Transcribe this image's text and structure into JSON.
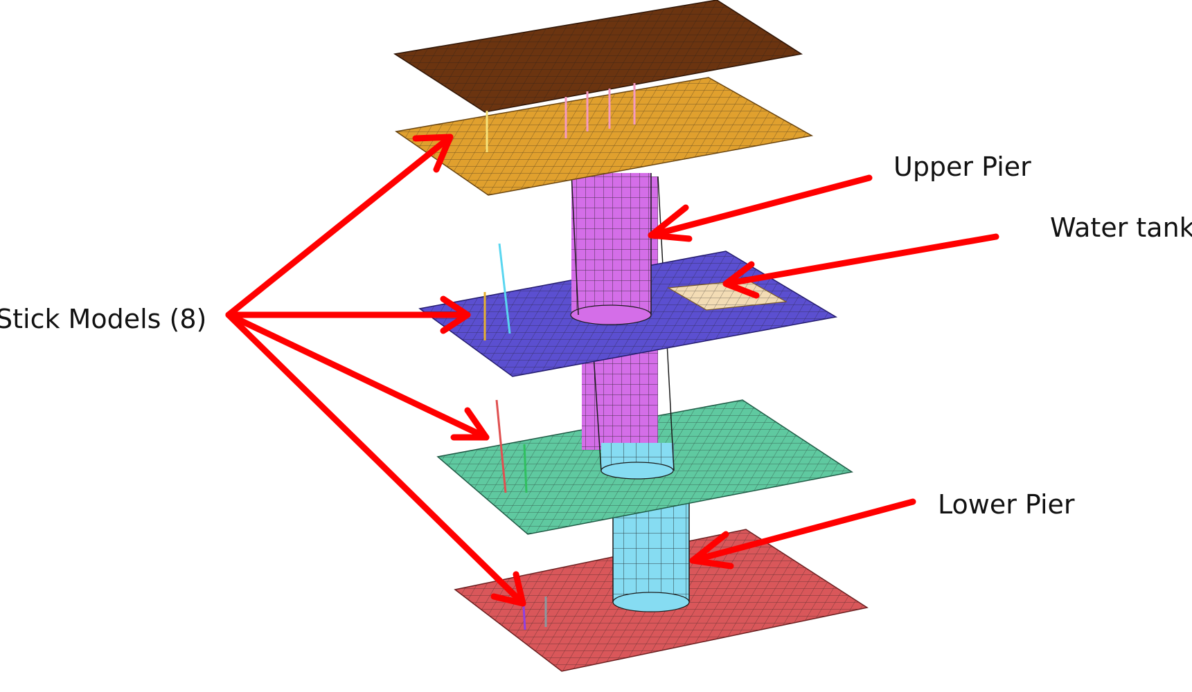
{
  "labels": {
    "upper_pier": "Upper Pier",
    "water_tank": "Water tank",
    "stick_models": "Stick Models (8)",
    "lower_pier": "Lower Pier"
  },
  "colors": {
    "arrow": "#ff0000",
    "top_slab": "#6b3410",
    "upper_slab": "#e0a02e",
    "middle_slab": "#5b4fd0",
    "water_tank": "#f3dcb5",
    "lower_mid_slab": "#5fc9a0",
    "base_slab": "#d9575a",
    "upper_pier": "#d46ee8",
    "lower_pier": "#86dcf2",
    "mesh_line": "#1a1a1a"
  }
}
